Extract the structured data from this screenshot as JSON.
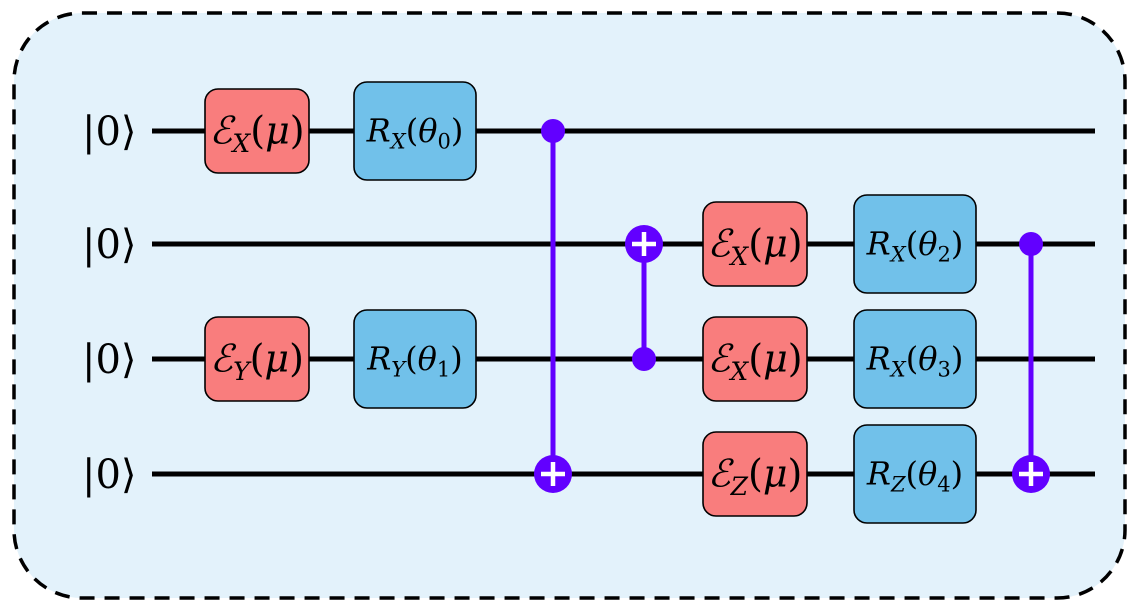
{
  "colors": {
    "background": "#e3f2fb",
    "border": "#000000",
    "wire": "#000000",
    "noise_gate_fill": "#f97d7d",
    "rotation_gate_fill": "#71c1ea",
    "control_line": "#6200ff"
  },
  "qubits": [
    {
      "label": "|0⟩"
    },
    {
      "label": "|0⟩"
    },
    {
      "label": "|0⟩"
    },
    {
      "label": "|0⟩"
    }
  ],
  "gates": [
    {
      "kind": "noise",
      "qubit": 0,
      "step": 0,
      "symbol": "ℰ",
      "sub": "X",
      "arg": "μ"
    },
    {
      "kind": "rotation",
      "qubit": 0,
      "step": 1,
      "symbol": "R",
      "sub": "X",
      "arg": "θ",
      "arg_sub": "0"
    },
    {
      "kind": "noise",
      "qubit": 2,
      "step": 0,
      "symbol": "ℰ",
      "sub": "Y",
      "arg": "μ"
    },
    {
      "kind": "rotation",
      "qubit": 2,
      "step": 1,
      "symbol": "R",
      "sub": "Y",
      "arg": "θ",
      "arg_sub": "1"
    },
    {
      "kind": "noise",
      "qubit": 1,
      "step": 3,
      "symbol": "ℰ",
      "sub": "X",
      "arg": "μ"
    },
    {
      "kind": "rotation",
      "qubit": 1,
      "step": 4,
      "symbol": "R",
      "sub": "X",
      "arg": "θ",
      "arg_sub": "2"
    },
    {
      "kind": "noise",
      "qubit": 2,
      "step": 3,
      "symbol": "ℰ",
      "sub": "X",
      "arg": "μ"
    },
    {
      "kind": "rotation",
      "qubit": 2,
      "step": 4,
      "symbol": "R",
      "sub": "X",
      "arg": "θ",
      "arg_sub": "3"
    },
    {
      "kind": "noise",
      "qubit": 3,
      "step": 3,
      "symbol": "ℰ",
      "sub": "Z",
      "arg": "μ"
    },
    {
      "kind": "rotation",
      "qubit": 3,
      "step": 4,
      "symbol": "R",
      "sub": "Z",
      "arg": "θ",
      "arg_sub": "4"
    }
  ],
  "cnots": [
    {
      "control": 0,
      "target": 3,
      "slot": "a"
    },
    {
      "control": 2,
      "target": 1,
      "slot": "b"
    },
    {
      "control": 1,
      "target": 3,
      "slot": "c"
    }
  ]
}
